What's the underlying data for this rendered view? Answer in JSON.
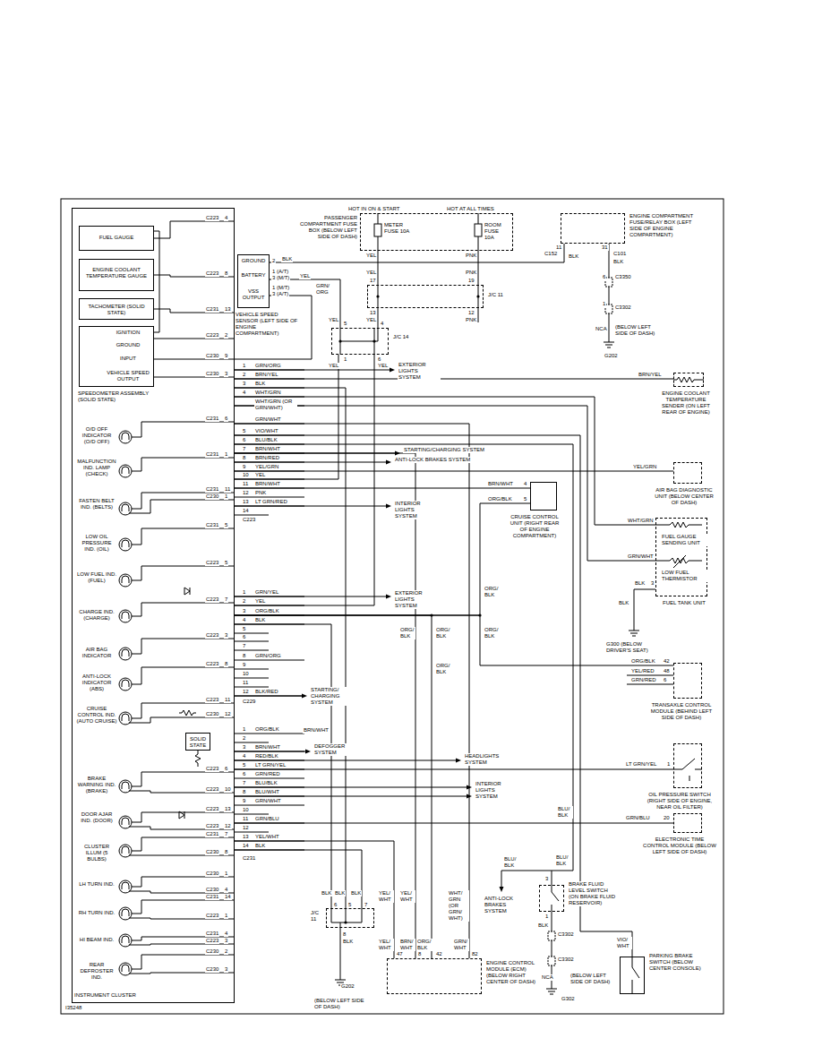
{
  "diagram": {
    "nodes": [
      {
        "text": [
          "INSTRUMENT CLUSTER"
        ]
      },
      {
        "text": [
          "FUEL GAUGE"
        ],
        "in": 0
      },
      {
        "text": [
          "ENGINE COOLANT TEMPERATURE GAUGE"
        ],
        "in": 0
      },
      {
        "text": [
          "TACHOMETER (SOLID STATE)"
        ],
        "in": 0
      },
      {
        "text": [
          "IGNITION",
          "GROUND",
          "INPUT",
          "VEHICLE SPEED OUTPUT",
          "SPEEDOMETER ASSEMBLY (SOLID STATE)"
        ],
        "in": 0
      },
      {
        "text": [
          "SOLID STATE"
        ],
        "in": 0
      },
      {
        "text": [
          "GROUND",
          "BATTERY",
          "VSS OUTPUT",
          "VEHICLE SPEED SENSOR (LEFT SIDE OF ENGINE COMPARTMENT)"
        ]
      },
      {
        "text": [
          "PASSENGER COMPARTMENT FUSE BOX (BELOW LEFT SIDE OF DASH)",
          "METER FUSE 10A",
          "ROOM FUSE 10A"
        ]
      },
      {
        "text": [
          "J/C 11"
        ]
      },
      {
        "text": [
          "J/C 14"
        ]
      },
      {
        "text": [
          "ENGINE COMPARTMENT FUSE/RELAY BOX (LEFT SIDE OF ENGINE COMPARTMENT)"
        ]
      },
      {
        "text": [
          "ENGINE COOLANT TEMPERATURE SENDER (ON LEFT REAR OF ENGINE)"
        ]
      },
      {
        "text": [
          "AIR BAG DIAGNOSTIC UNIT (BELOW CENTER OF DASH)"
        ]
      },
      {
        "text": [
          "CRUISE CONTROL UNIT (RIGHT REAR OF ENGINE COMPARTMENT)"
        ]
      },
      {
        "text": [
          "FUEL TANK UNIT"
        ]
      },
      {
        "text": [
          "TRANSAXLE CONTROL MODULE (BEHIND LEFT SIDE OF DASH)"
        ]
      },
      {
        "text": [
          "OIL PRESSURE SWITCH (RIGHT SIDE OF ENGINE, NEAR OIL FILTER)"
        ]
      },
      {
        "text": [
          "ELECTRONIC TIME CONTROL MODULE (BELOW LEFT SIDE OF DASH)"
        ]
      },
      {
        "text": [
          "J/C 11"
        ]
      },
      {
        "text": [
          "ENGINE CONTROL MODULE (ECM) (BELOW RIGHT CENTER OF DASH)"
        ]
      },
      {
        "text": [
          "BRAKE FLUID LEVEL SWITCH (ON BRAKE FLUID RESERVOIR)"
        ]
      },
      {
        "text": [
          "PARKING BRAKE SWITCH (BELOW CENTER CONSOLE)"
        ]
      }
    ],
    "edges": [
      {
        "from": 7,
        "to": 8,
        "arrow": "none"
      },
      {
        "from": 7,
        "to": 8,
        "arrow": "none"
      },
      {
        "from": 8,
        "to": 9,
        "arrow": "none"
      },
      {
        "from": 6,
        "to": 10,
        "arrow": "none"
      },
      {
        "from": 0,
        "to": 11,
        "arrow": "none"
      },
      {
        "from": 0,
        "to": 12,
        "arrow": "none"
      },
      {
        "from": 0,
        "to": 13,
        "arrow": "none"
      },
      {
        "from": 0,
        "to": 14,
        "arrow": "none"
      },
      {
        "from": 0,
        "to": 14,
        "arrow": "none"
      },
      {
        "from": 0,
        "to": 13,
        "arrow": "none"
      },
      {
        "from": 0,
        "to": 15,
        "arrow": "none"
      },
      {
        "from": 0,
        "to": 19,
        "arrow": "none"
      },
      {
        "from": 0,
        "to": 16,
        "arrow": "none"
      },
      {
        "from": 0,
        "to": 17,
        "arrow": "none"
      },
      {
        "from": 0,
        "to": 18,
        "arrow": "none"
      },
      {
        "from": 0,
        "to": 18,
        "arrow": "none"
      },
      {
        "from": 0,
        "to": 18,
        "arrow": "none"
      },
      {
        "from": 0,
        "to": 19,
        "arrow": "none"
      },
      {
        "from": 0,
        "to": 19,
        "arrow": "none"
      },
      {
        "from": 0,
        "to": 19,
        "arrow": "none"
      },
      {
        "from": 0,
        "to": 20,
        "arrow": "none"
      },
      {
        "from": 0,
        "to": 21,
        "arrow": "none"
      },
      {
        "from": 9,
        "to": 0,
        "arrow": "none"
      },
      {
        "from": 9,
        "to": 0,
        "arrow": "none"
      },
      {
        "from": 6,
        "to": 0,
        "arrow": "none"
      },
      {
        "from": 6,
        "to": 9,
        "arrow": "none"
      }
    ],
    "labels": [
      "HOT IN ON & START",
      "HOT AT ALL TIMES",
      "YEL",
      "PNK",
      "YEL",
      "PNK",
      "17",
      "19",
      "13",
      "12",
      "YEL",
      "PNK",
      "YEL",
      "5",
      "4",
      "1",
      "6",
      "YEL",
      "YEL",
      "2",
      "BLK",
      "1 (A/T)",
      "3 (M/T)",
      "YEL",
      "1 (M/T)",
      "3 (A/T)",
      "GRN/ ORG",
      "11",
      "31",
      "C152",
      "C101",
      "BLK",
      "BLK",
      "6",
      "C3350",
      "1",
      "C3302",
      "NCA",
      "(BELOW LEFT SIDE OF DASH)",
      "G202",
      "C223",
      "4",
      "C223",
      "8",
      "C231",
      "13",
      "C223",
      "2",
      "C230",
      "9",
      "C230",
      "3",
      "C231",
      "6",
      "C231",
      "1",
      "C231",
      "11",
      "C230",
      "1",
      "C231",
      "5",
      "C223",
      "5",
      "C223",
      "7",
      "C223",
      "3",
      "C223",
      "8",
      "C223",
      "11",
      "C230",
      "12",
      "C223",
      "6",
      "C223",
      "10",
      "C223",
      "13",
      "C223",
      "12",
      "C231",
      "7",
      "C230",
      "8",
      "C230",
      "1",
      "C230",
      "4",
      "C231",
      "14",
      "C223",
      "1",
      "C231",
      "4",
      "C223",
      "3",
      "C230",
      "2",
      "C230",
      "3",
      "O/D OFF INDICATOR (O/D OFF)",
      "MALFUNCTION IND. LAMP (CHECK)",
      "FASTEN BELT IND. (BELTS)",
      "LOW OIL PRESSURE IND. (OIL)",
      "LOW FUEL IND. (FUEL)",
      "CHARGE IND. (CHARGE)",
      "AIR BAG INDICATOR",
      "ANTI-LOCK INDICATOR (ABS)",
      "CRUISE CONTROL IND. (AUTO CRUISE)",
      "BRAKE WARNING IND. (BRAKE)",
      "DOOR AJAR IND. (DOOR)",
      "CLUSTER ILLUM (5 BULBS)",
      "LH TURN IND.",
      "RH TURN IND.",
      "HI BEAM IND.",
      "REAR DEFROSTER IND.",
      "1",
      "GRN/ORG",
      "2",
      "BRN/YEL",
      "3",
      "BLK",
      "4",
      "WHT/GRN",
      "WHT/GRN (OR GRN/WHT)",
      "GRN/WHT",
      "5",
      "VIO/WHT",
      "6",
      "BLU/BLK",
      "7",
      "BRN/WHT",
      "8",
      "BRN/RED",
      "9",
      "YEL/GRN",
      "10",
      "YEL",
      "11",
      "BRN/WHT",
      "12",
      "PNK",
      "13",
      "LT GRN/RED",
      "14",
      "C223",
      "1",
      "GRN/YEL",
      "2",
      "YEL",
      "3",
      "ORG/BLK",
      "4",
      "BLK",
      "5",
      "6",
      "7",
      "8",
      "GRN/ORG",
      "9",
      "10",
      "11",
      "12",
      "BLK/RED",
      "C229",
      "1",
      "ORG/BLK",
      "2",
      "3",
      "BRN/WHT",
      "4",
      "RED/BLK",
      "5",
      "LT GRN/YEL",
      "6",
      "GRN/RED",
      "7",
      "BLU/BLK",
      "8",
      "BLU/WHT",
      "9",
      "GRN/WHT",
      "10",
      "11",
      "GRN/BLU",
      "12",
      "13",
      "YEL/WHT",
      "14",
      "BLK",
      "C231",
      "EXTERIOR LIGHTS SYSTEM",
      "STARTING/CHARGING SYSTEM",
      "ANTI-LOCK BRAKES SYSTEM",
      "INTERIOR LIGHTS SYSTEM",
      "EXTERIOR LIGHTS SYSTEM",
      "STARTING/ CHARGING SYSTEM",
      "DEFOGGER SYSTEM",
      "HEADLIGHTS SYSTEM",
      "INTERIOR LIGHTS SYSTEM",
      "BRN/WHT",
      "BRN/YEL",
      "YEL/GRN",
      "BRN/WHT",
      "ORG/BLK",
      "4",
      "5",
      "WHT/GRN",
      "GRN/WHT",
      "FUEL GAUGE SENDING UNIT",
      "LOW FUEL THERMISTOR",
      "BLK",
      "3",
      "BLK",
      "G300 (BELOW DRIVER'S SEAT)",
      "ORG/ BLK",
      "ORG/ BLK",
      "ORG/ BLK",
      "ORG/ BLK",
      "ORG/ BLK",
      "ORG/BLK",
      "YEL/RED",
      "GRN/RED",
      "42",
      "48",
      "6",
      "LT GRN/YEL",
      "1",
      "GRN/BLU",
      "20",
      "BLU/ BLK",
      "BLU/ BLK",
      "BLU/ BLK",
      "ANTI-LOCK BRAKES SYSTEM",
      "3",
      "1",
      "BLK",
      "C3302",
      "C3302",
      "NCA",
      "(BELOW LEFT SIDE OF DASH)",
      "G302",
      "VIO/ WHT",
      "BLK",
      "BLK",
      "BLK",
      "6",
      "5",
      "7",
      "8",
      "BLK",
      "G202",
      "(BELOW LEFT SIDE OF DASH)",
      "YEL/ WHT",
      "YEL/ WHT",
      "WHT/ GRN (OR GRN/ WHT)",
      "YEL/ WHT",
      "BRN/ WHT",
      "ORG/ BLK",
      "GRN/ WHT",
      "47",
      "8",
      "42",
      "82",
      "I35248"
    ]
  }
}
